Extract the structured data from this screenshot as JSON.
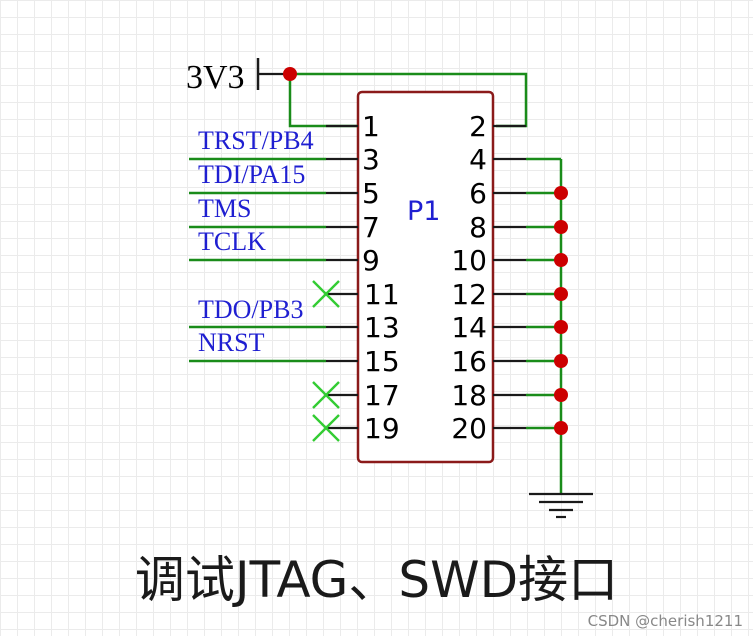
{
  "power_label": "3V3",
  "component_ref": "P1",
  "left_pins": [
    "1",
    "3",
    "5",
    "7",
    "9",
    "11",
    "13",
    "15",
    "17",
    "19"
  ],
  "right_pins": [
    "2",
    "4",
    "6",
    "8",
    "10",
    "12",
    "14",
    "16",
    "18",
    "20"
  ],
  "net_labels": {
    "pin3": "TRST/PB4",
    "pin5": "TDI/PA15",
    "pin7": "TMS",
    "pin9": "TCLK",
    "pin13": "TDO/PB3",
    "pin15": "NRST"
  },
  "caption": "调试JTAG、SWD接口",
  "watermark": "CSDN @cherish1211",
  "colors": {
    "wire": "#1a8c1a",
    "junction": "#cc0000",
    "net_label": "#1f1fd1",
    "component_outline": "#8b1a1a",
    "no_connect": "#33cc33"
  }
}
